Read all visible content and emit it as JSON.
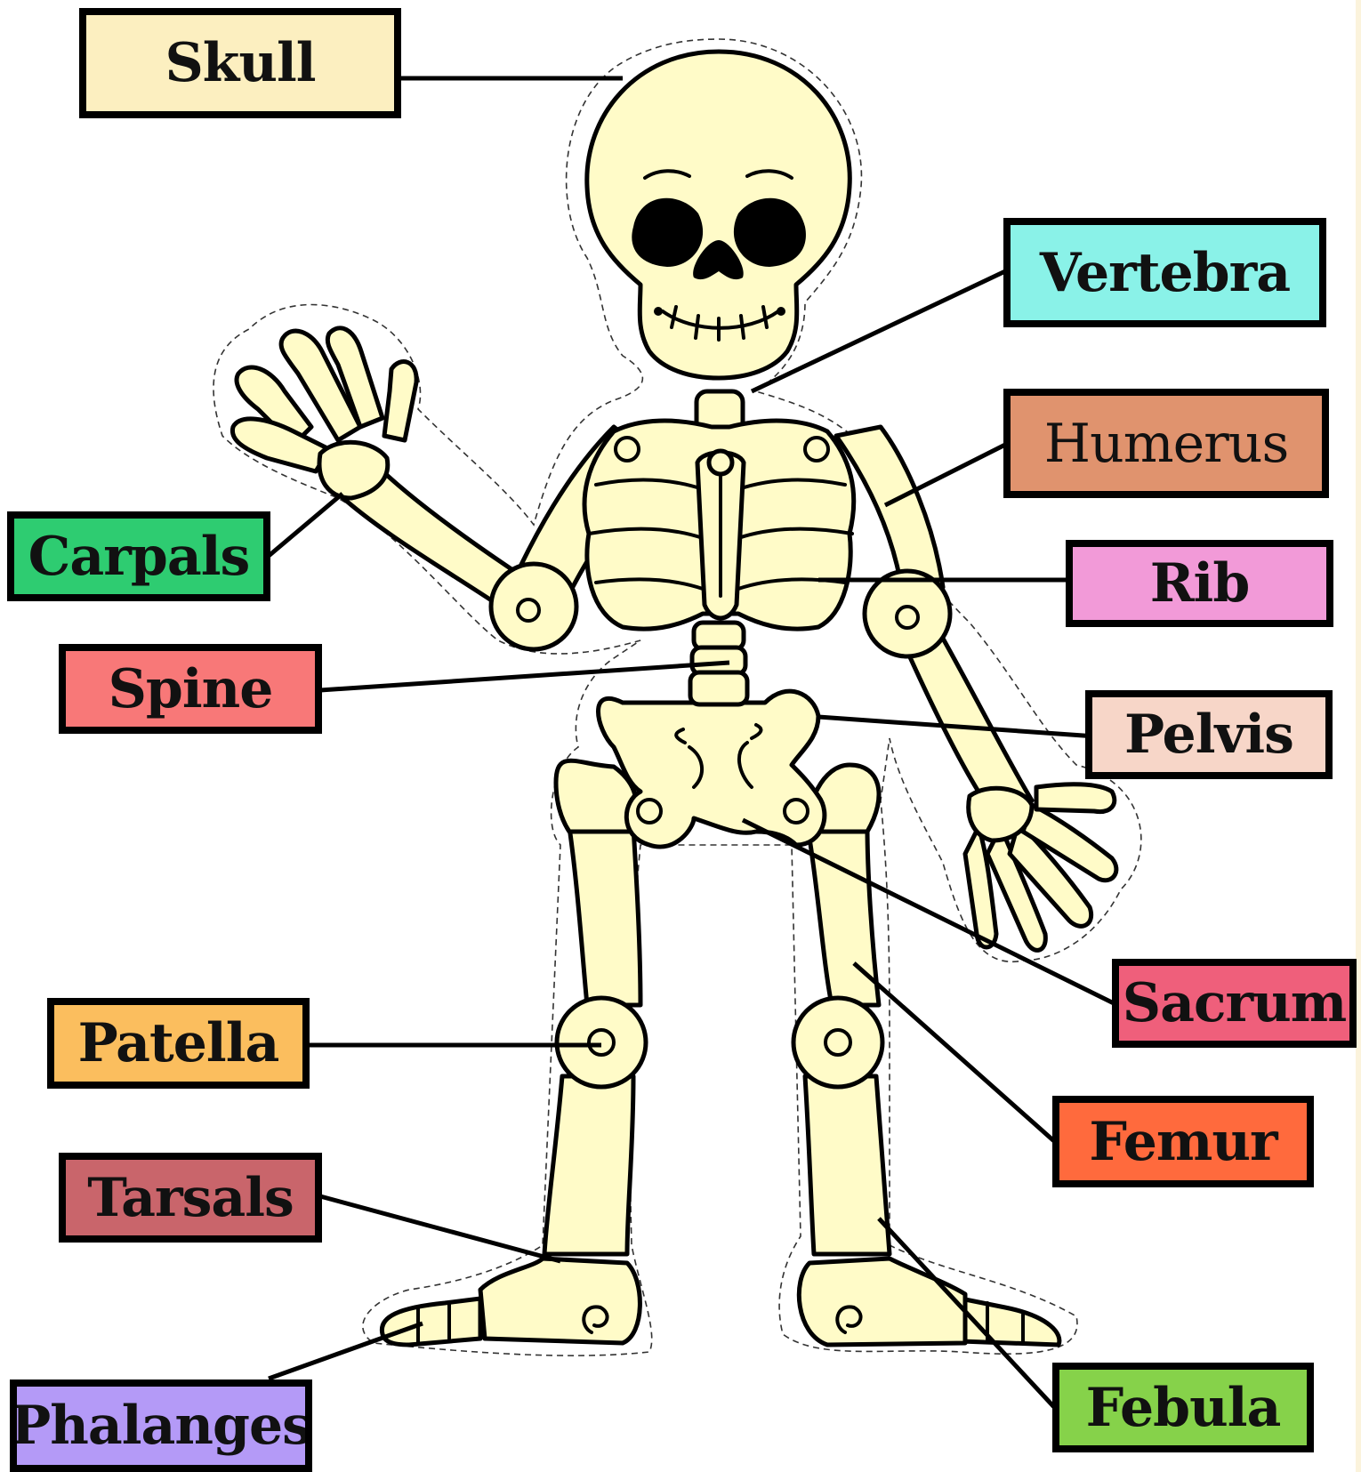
{
  "labels": [
    {
      "id": "skull",
      "text": "Skull",
      "color": "#fcefc0"
    },
    {
      "id": "vertebra",
      "text": "Vertebra",
      "color": "#8af2e8"
    },
    {
      "id": "humerus",
      "text": "Humerus",
      "color": "#e0936e"
    },
    {
      "id": "carpals",
      "text": "Carpals",
      "color": "#2ecc71"
    },
    {
      "id": "rib",
      "text": "Rib",
      "color": "#f29ad8"
    },
    {
      "id": "spine",
      "text": "Spine",
      "color": "#f87878"
    },
    {
      "id": "pelvis",
      "text": "Pelvis",
      "color": "#f7d6c8"
    },
    {
      "id": "patella",
      "text": "Patella",
      "color": "#fbbe5e"
    },
    {
      "id": "sacrum",
      "text": "Sacrum",
      "color": "#ef5f7b"
    },
    {
      "id": "femur",
      "text": "Femur",
      "color": "#ff6a3d"
    },
    {
      "id": "tarsals",
      "text": "Tarsals",
      "color": "#c9656b"
    },
    {
      "id": "phalanges",
      "text": "Phalanges",
      "color": "#b49af7"
    },
    {
      "id": "febula",
      "text": "Febula",
      "color": "#86d24a"
    }
  ],
  "colors": {
    "bone_fill": "#fffbc8",
    "outline": "#000000",
    "background": "#ffffff"
  }
}
